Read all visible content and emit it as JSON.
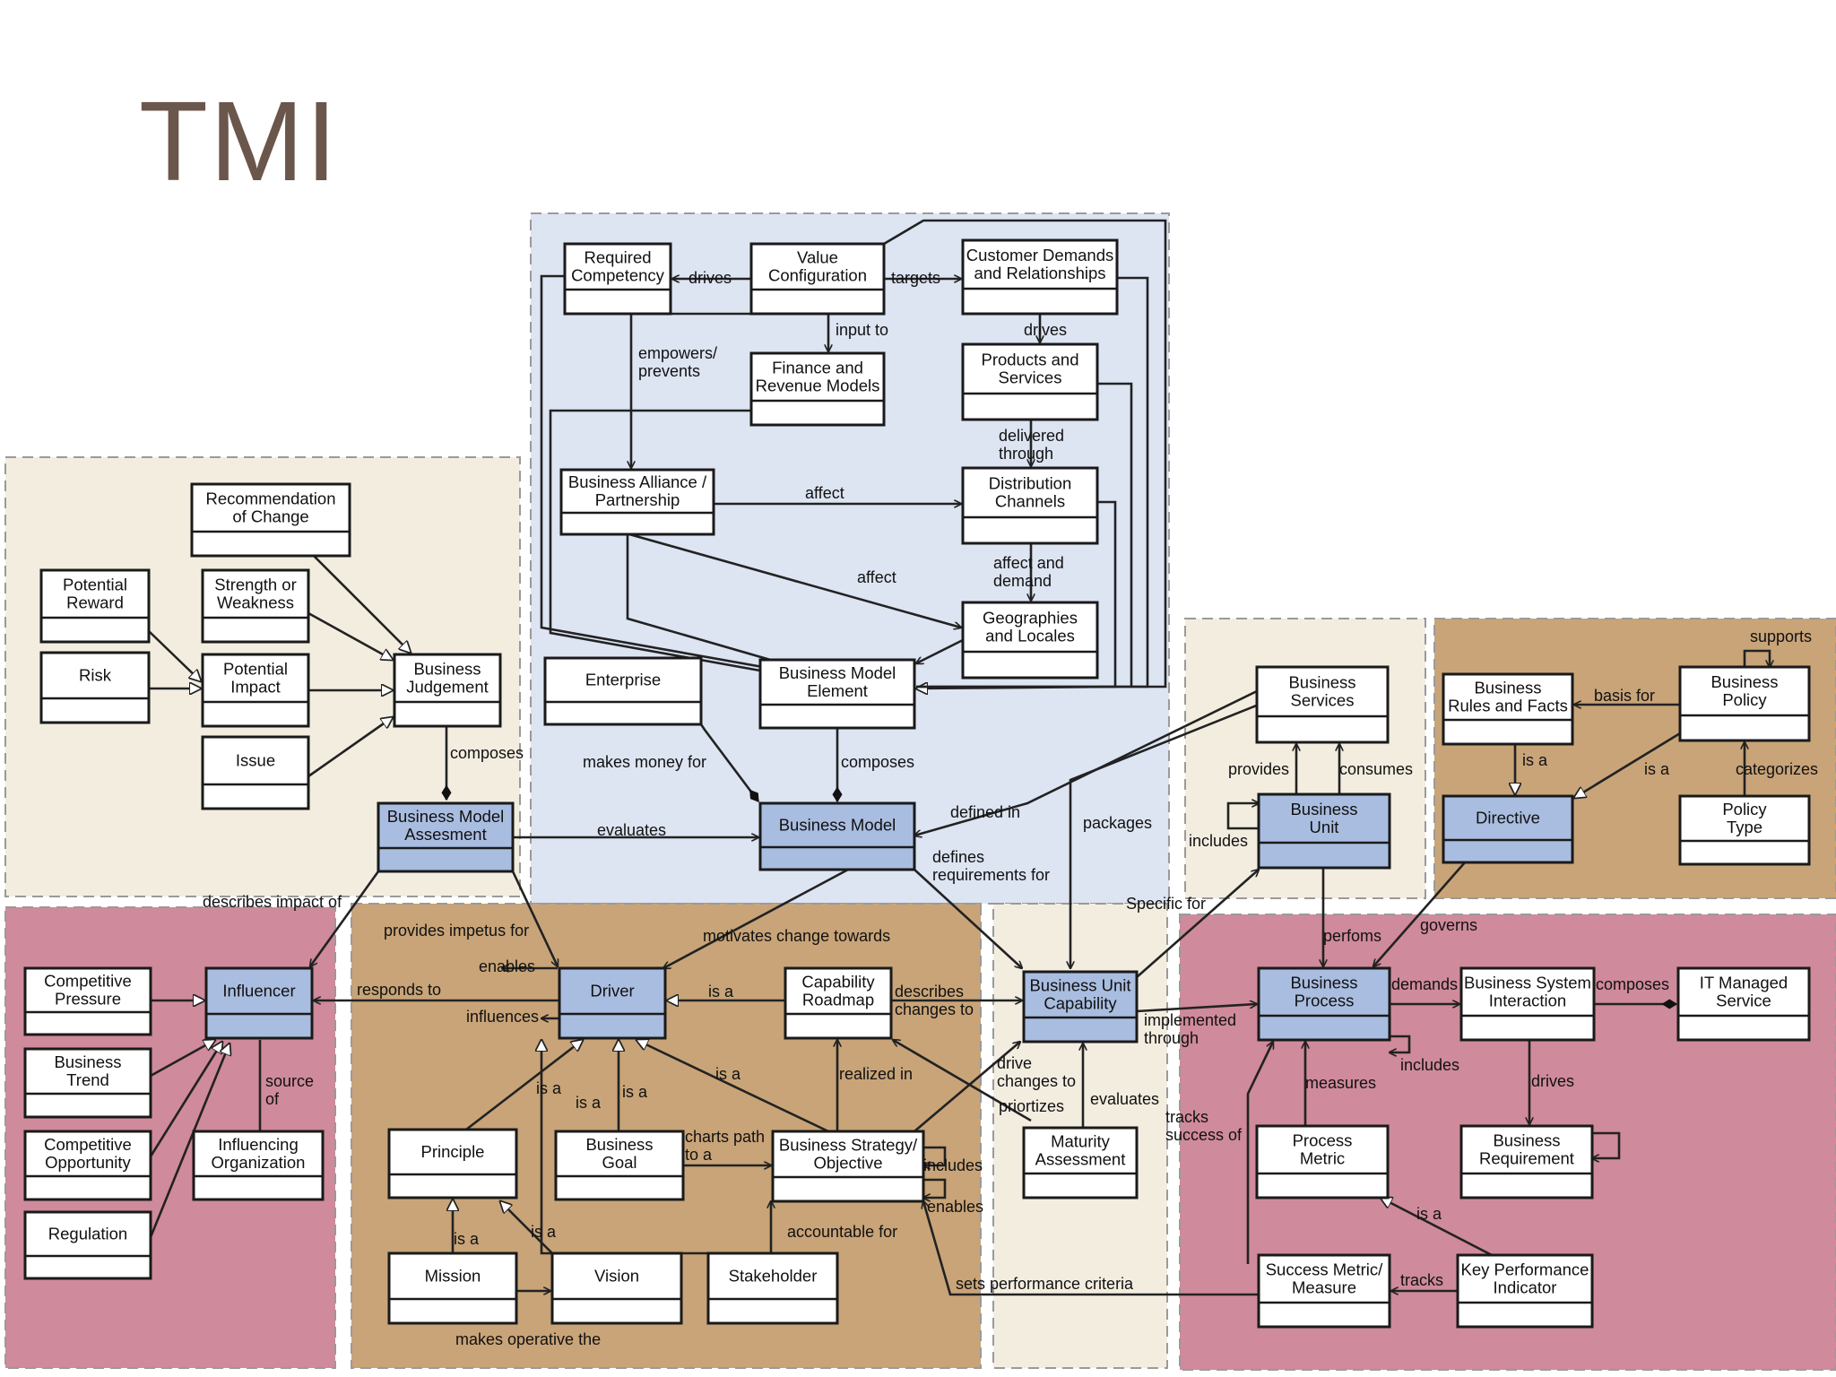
{
  "title": "TMI",
  "colors": {
    "blue_region": "#dde4f2",
    "cream_region": "#f3ede0",
    "tan_region": "#c8a478",
    "pink_region": "#cf8a9b",
    "plain_box": "#ffffff",
    "blue_box": "#a9bde0",
    "outline": "#1a1a1a"
  },
  "boxes": {
    "required_competency": [
      "Required",
      "Competency"
    ],
    "value_configuration": [
      "Value",
      "Configuration"
    ],
    "customer_demands": [
      "Customer Demands",
      "and Relationships"
    ],
    "finance_revenue": [
      "Finance and",
      "Revenue Models"
    ],
    "products_services": [
      "Products and",
      "Services"
    ],
    "business_alliance": [
      "Business Alliance /",
      "Partnership"
    ],
    "distribution_channels": [
      "Distribution",
      "Channels"
    ],
    "geographies": [
      "Geographies",
      "and Locales"
    ],
    "enterprise": [
      "Enterprise"
    ],
    "bm_element": [
      "Business Model",
      "Element"
    ],
    "business_model": [
      "Business Model"
    ],
    "recommendation": [
      "Recommendation",
      "of Change"
    ],
    "potential_reward": [
      "Potential",
      "Reward"
    ],
    "strength_weakness": [
      "Strength or",
      "Weakness"
    ],
    "risk": [
      "Risk"
    ],
    "potential_impact": [
      "Potential",
      "Impact"
    ],
    "business_judgement": [
      "Business",
      "Judgement"
    ],
    "issue": [
      "Issue"
    ],
    "bm_assessment": [
      "Business Model",
      "Assesment"
    ],
    "business_services": [
      "Business",
      "Services"
    ],
    "business_unit": [
      "Business",
      "Unit"
    ],
    "rules_facts": [
      "Business",
      "Rules and Facts"
    ],
    "business_policy": [
      "Business",
      "Policy"
    ],
    "directive": [
      "Directive"
    ],
    "policy_type": [
      "Policy",
      "Type"
    ],
    "competitive_pressure": [
      "Competitive",
      "Pressure"
    ],
    "influencer": [
      "Influencer"
    ],
    "business_trend": [
      "Business",
      "Trend"
    ],
    "competitive_opportunity": [
      "Competitive",
      "Opportunity"
    ],
    "influencing_org": [
      "Influencing",
      "Organization"
    ],
    "regulation": [
      "Regulation"
    ],
    "driver": [
      "Driver"
    ],
    "capability_roadmap": [
      "Capability",
      "Roadmap"
    ],
    "principle": [
      "Principle"
    ],
    "business_goal": [
      "Business",
      "Goal"
    ],
    "strategy_objective": [
      "Business Strategy/",
      "Objective"
    ],
    "mission": [
      "Mission"
    ],
    "vision": [
      "Vision"
    ],
    "stakeholder": [
      "Stakeholder"
    ],
    "bu_capability": [
      "Business Unit",
      "Capability"
    ],
    "maturity_assessment": [
      "Maturity",
      "Assessment"
    ],
    "business_process": [
      "Business",
      "Process"
    ],
    "bs_interaction": [
      "Business System",
      "Interaction"
    ],
    "it_managed_service": [
      "IT Managed",
      "Service"
    ],
    "business_requirement": [
      "Business",
      "Requirement"
    ],
    "process_metric": [
      "Process",
      "Metric"
    ],
    "success_metric": [
      "Success Metric/",
      "Measure"
    ],
    "kpi": [
      "Key Performance",
      "Indicator"
    ]
  },
  "labels": {
    "drives_rc": "drives",
    "targets": "targets",
    "input_to": "input to",
    "drives_ps": "drives",
    "empowers_1": "empowers/",
    "empowers_2": "prevents",
    "delivered_1": "delivered",
    "delivered_2": "through",
    "affect_1": "affect",
    "affect_2": "affect",
    "affect_demand_1": "affect and",
    "affect_demand_2": "demand",
    "makes_money": "makes money for",
    "composes_bm": "composes",
    "composes_bj": "composes",
    "evaluates_bm": "evaluates",
    "defined_in": "defined in",
    "defines_1": "defines",
    "defines_2": "requirements for",
    "packages": "packages",
    "provides": "provides",
    "consumes": "consumes",
    "includes_bu": "includes",
    "basis_for": "basis for",
    "supports": "supports",
    "is_a_rules": "is a",
    "is_a_policy": "is a",
    "categorizes": "categorizes",
    "describes_impact": "describes impact of",
    "specific_for": "Specific for",
    "provides_impetus": "provides impetus for",
    "motivates": "motivates change towards",
    "governs": "governs",
    "performs": "perfoms",
    "enables_drv": "enables",
    "responds_to": "responds to",
    "influences": "influences",
    "is_a_roadmap": "is a",
    "describes_1": "describes",
    "describes_2": "changes to",
    "implemented_1": "implemented",
    "implemented_2": "through",
    "demands": "demands",
    "composes_it": "composes",
    "includes_bp": "includes",
    "source_1": "source",
    "source_2": "of",
    "is_a_p": "is a",
    "is_a_b": "is a",
    "is_a_g": "is a",
    "is_a_s": "is a",
    "realized_in": "realized in",
    "drive_1": "drive",
    "drive_2": "changes to",
    "priortizes": "priortizes",
    "evaluates_ma": "evaluates",
    "measures": "measures",
    "drives_br": "drives",
    "tracks_1": "tracks",
    "tracks_2": "success of",
    "charts_1": "charts path",
    "charts_2": "to a",
    "includes_so": "includes",
    "enables_so": "enables",
    "is_a_mission": "is a",
    "is_a_vision": "is a",
    "accountable": "accountable for",
    "sets_perf": "sets performance criteria",
    "is_a_kpi": "is a",
    "tracks_kpi": "tracks",
    "makes_operative": "makes operative the"
  }
}
